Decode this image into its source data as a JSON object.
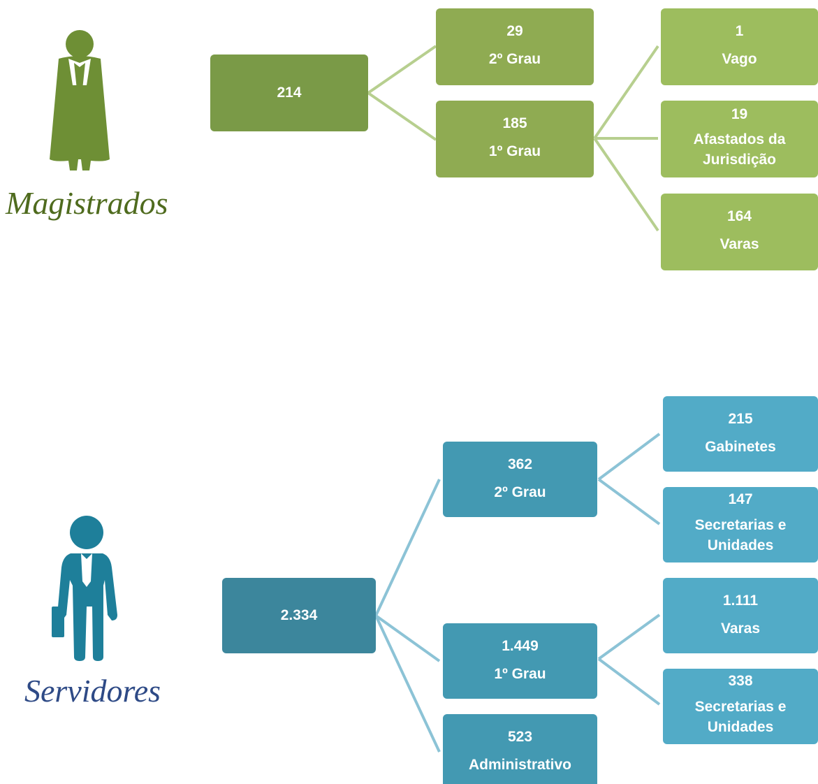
{
  "magistrados": {
    "title": "Magistrados",
    "root": {
      "value": "214"
    },
    "grau2": {
      "value": "29",
      "label": "2º Grau"
    },
    "grau1": {
      "value": "185",
      "label": "1º Grau"
    },
    "vago": {
      "value": "1",
      "label": "Vago"
    },
    "afastados": {
      "value": "19",
      "label": "Afastados da Jurisdição"
    },
    "varas": {
      "value": "164",
      "label": "Varas"
    }
  },
  "servidores": {
    "title": "Servidores",
    "root": {
      "value": "2.334"
    },
    "grau2": {
      "value": "362",
      "label": "2º Grau"
    },
    "grau1": {
      "value": "1.449",
      "label": "1º Grau"
    },
    "administrativo": {
      "value": "523",
      "label": "Administrativo"
    },
    "gabinetes": {
      "value": "215",
      "label": "Gabinetes"
    },
    "secretarias2": {
      "value": "147",
      "label": "Secretarias e Unidades"
    },
    "varas": {
      "value": "1.111",
      "label": "Varas"
    },
    "secretarias1": {
      "value": "338",
      "label": "Secretarias e Unidades"
    }
  },
  "colors": {
    "green_title": "#4f6b1e",
    "blue_title": "#2e4a86",
    "green_line": "#b7cf8f",
    "blue_line": "#8cc3d6"
  }
}
